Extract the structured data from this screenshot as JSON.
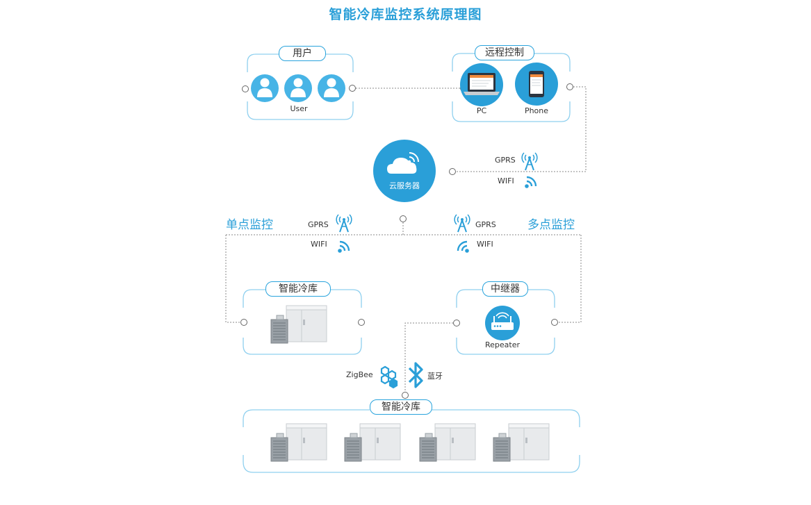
{
  "title": "智能冷库监控系统原理图",
  "colors": {
    "accent": "#2a9fd8",
    "box_border": "#8fd0ef",
    "icon_fill": "#2a9fd8",
    "dotted_line": "#888888"
  },
  "user_box": {
    "label": "用户",
    "caption": "User",
    "icons": [
      "user-icon",
      "user-icon",
      "user-icon"
    ]
  },
  "remote_box": {
    "label": "远程控制",
    "pc_caption": "PC",
    "phone_caption": "Phone"
  },
  "cloud": {
    "label": "云服务器"
  },
  "top_link": {
    "gprs": "GPRS",
    "wifi": "WIFI"
  },
  "single": {
    "label": "单点监控",
    "gprs": "GPRS",
    "wifi": "WIFI"
  },
  "multi": {
    "label": "多点监控",
    "gprs": "GPRS",
    "wifi": "WIFI"
  },
  "cold_storage_single": {
    "label": "智能冷库"
  },
  "repeater_box": {
    "label": "中继器",
    "caption": "Repeater"
  },
  "bottom_link": {
    "zigbee": "ZigBee",
    "bluetooth": "蓝牙"
  },
  "cold_storage_group": {
    "label": "智能冷库",
    "unit_count": 4
  }
}
